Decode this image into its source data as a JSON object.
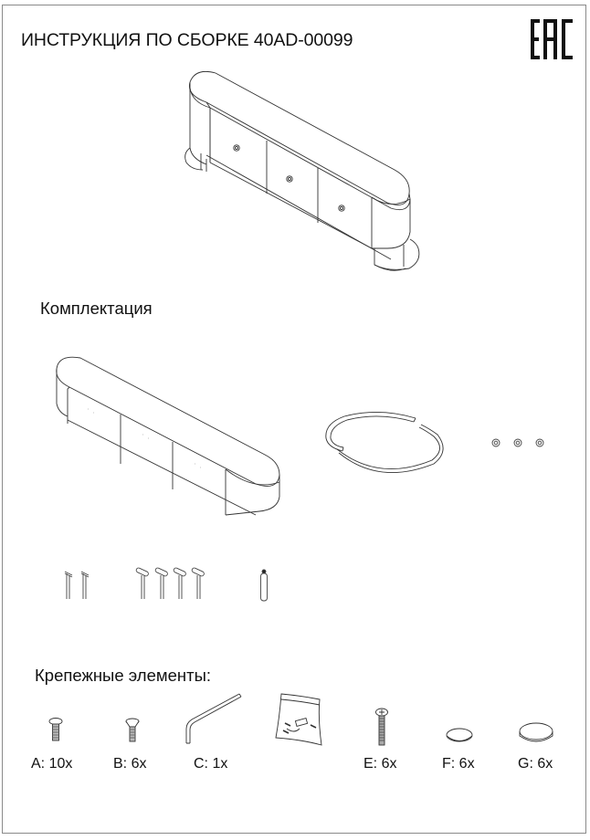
{
  "header": {
    "title": "ИНСТРУКЦИЯ ПО СБОРКЕ 40AD-00099",
    "logo": "EAC-icon"
  },
  "illustration_main": {
    "icon": "tv-stand-assembled-icon",
    "description": "Assembled oval TV stand with three drawers and round legs"
  },
  "sections": {
    "kit": {
      "heading": "Комплектация",
      "parts": [
        {
          "icon": "tv-stand-body-icon"
        },
        {
          "icon": "ring-base-segments-icon"
        },
        {
          "icon": "knob-set-icon",
          "count": 3
        },
        {
          "icon": "short-pin-icon",
          "count": 2
        },
        {
          "icon": "drawer-runner-pin-icon",
          "count": 4
        },
        {
          "icon": "dowel-icon",
          "count": 1
        }
      ]
    },
    "hardware": {
      "heading": "Крепежные элементы:",
      "items": [
        {
          "id": "A",
          "label": "A: 10x",
          "icon": "pan-head-screw-icon"
        },
        {
          "id": "B",
          "label": "B: 6x",
          "icon": "countersunk-screw-icon"
        },
        {
          "id": "C",
          "label": "C: 1x",
          "icon": "hex-key-icon"
        },
        {
          "id": "D",
          "label": "",
          "icon": "hardware-bag-icon"
        },
        {
          "id": "E",
          "label": "E: 6x",
          "icon": "long-screw-icon"
        },
        {
          "id": "F",
          "label": "F: 6x",
          "icon": "felt-pad-small-icon"
        },
        {
          "id": "G",
          "label": "G: 6x",
          "icon": "felt-pad-large-icon"
        }
      ]
    }
  },
  "colors": {
    "line": "#333333",
    "border": "#8a8a8a",
    "text": "#111111"
  }
}
